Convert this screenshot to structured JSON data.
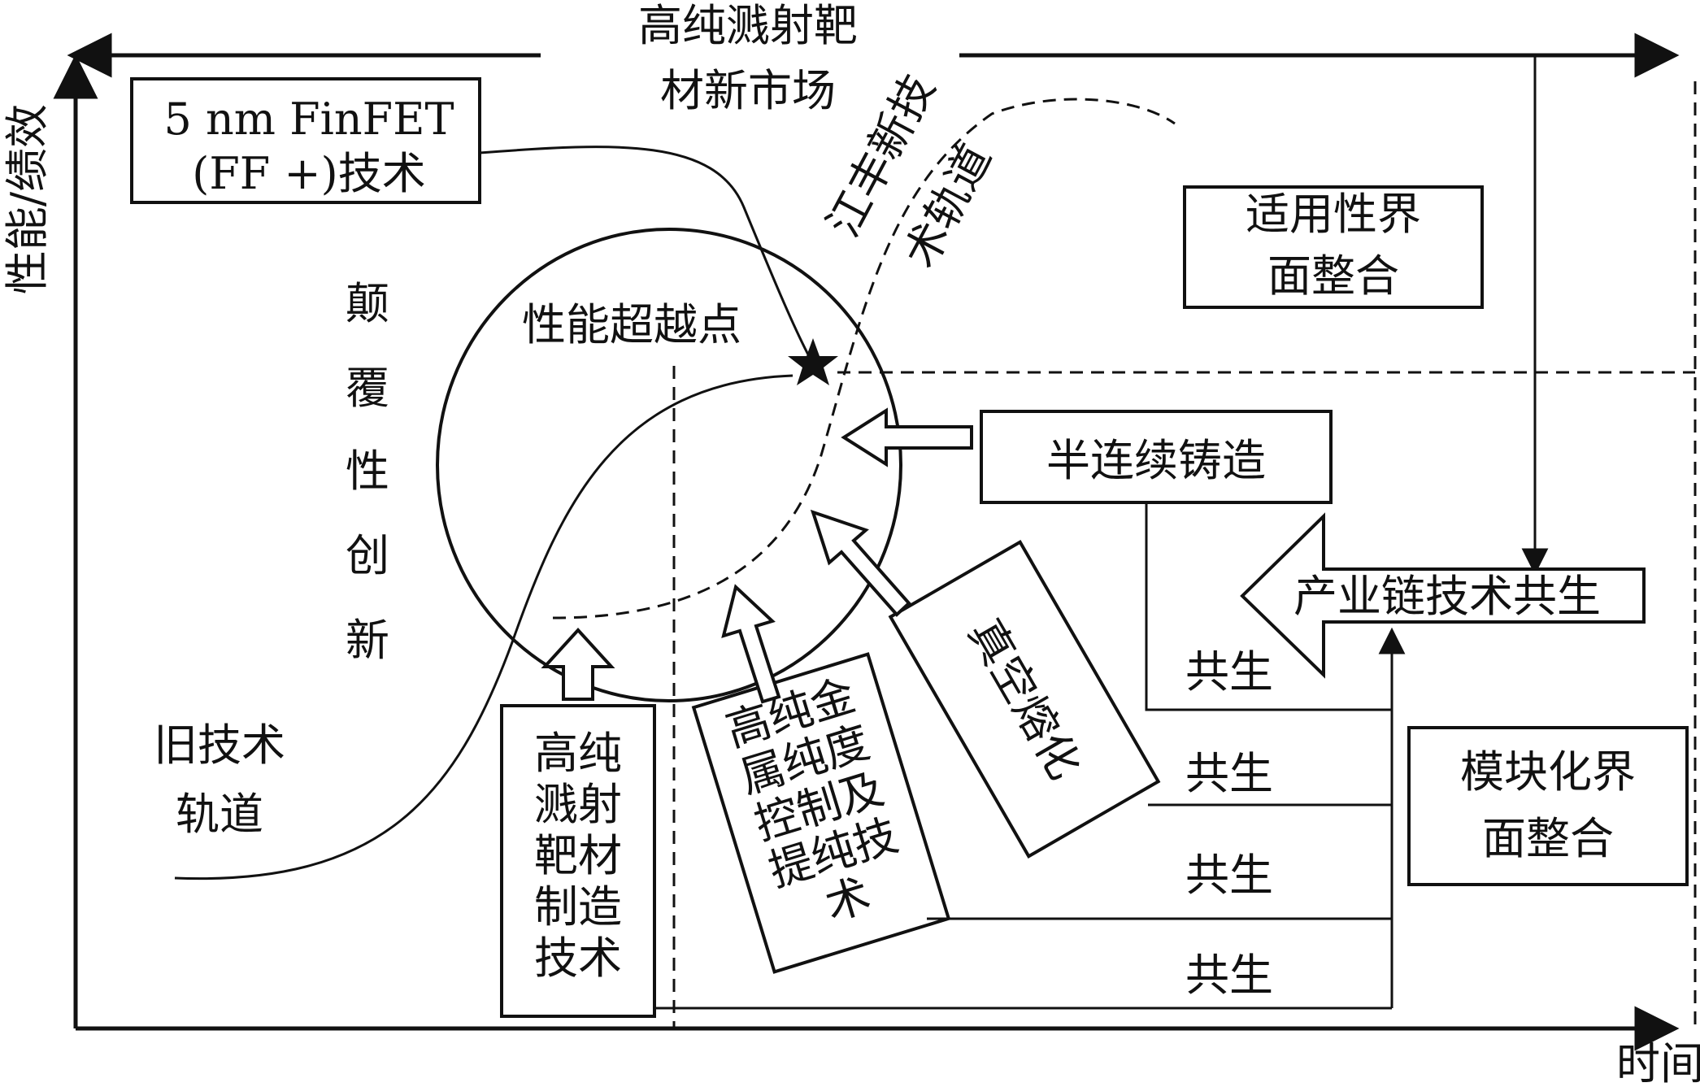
{
  "axes": {
    "y_label": "性能/绩效",
    "x_label": "时间"
  },
  "top_label": [
    "高纯溅射靶",
    "材新市场"
  ],
  "finfet_box": [
    "5 nm FinFET",
    "(FF +)技术"
  ],
  "disruptive_label": [
    "颠",
    "覆",
    "性",
    "创",
    "新"
  ],
  "crossover_label": "性能超越点",
  "jf_trajectory": [
    "江丰新技",
    "术轨道"
  ],
  "interface_box_top": [
    "适用性界",
    "面整合"
  ],
  "casting_box": "半连续铸造",
  "symbiosis_box": "产业链技术共生",
  "modular_box": [
    "模块化界",
    "面整合"
  ],
  "old_trajectory": [
    "旧技术",
    "轨道"
  ],
  "target_box": [
    "高纯",
    "溅射",
    "靶材",
    "制造",
    "技术"
  ],
  "purity_box": [
    "高纯金",
    "属纯度",
    "控制及",
    "提纯技",
    "术"
  ],
  "vacuum_box": "真空熔化",
  "cosymbiosis": [
    "共生",
    "共生",
    "共生",
    "共生"
  ]
}
